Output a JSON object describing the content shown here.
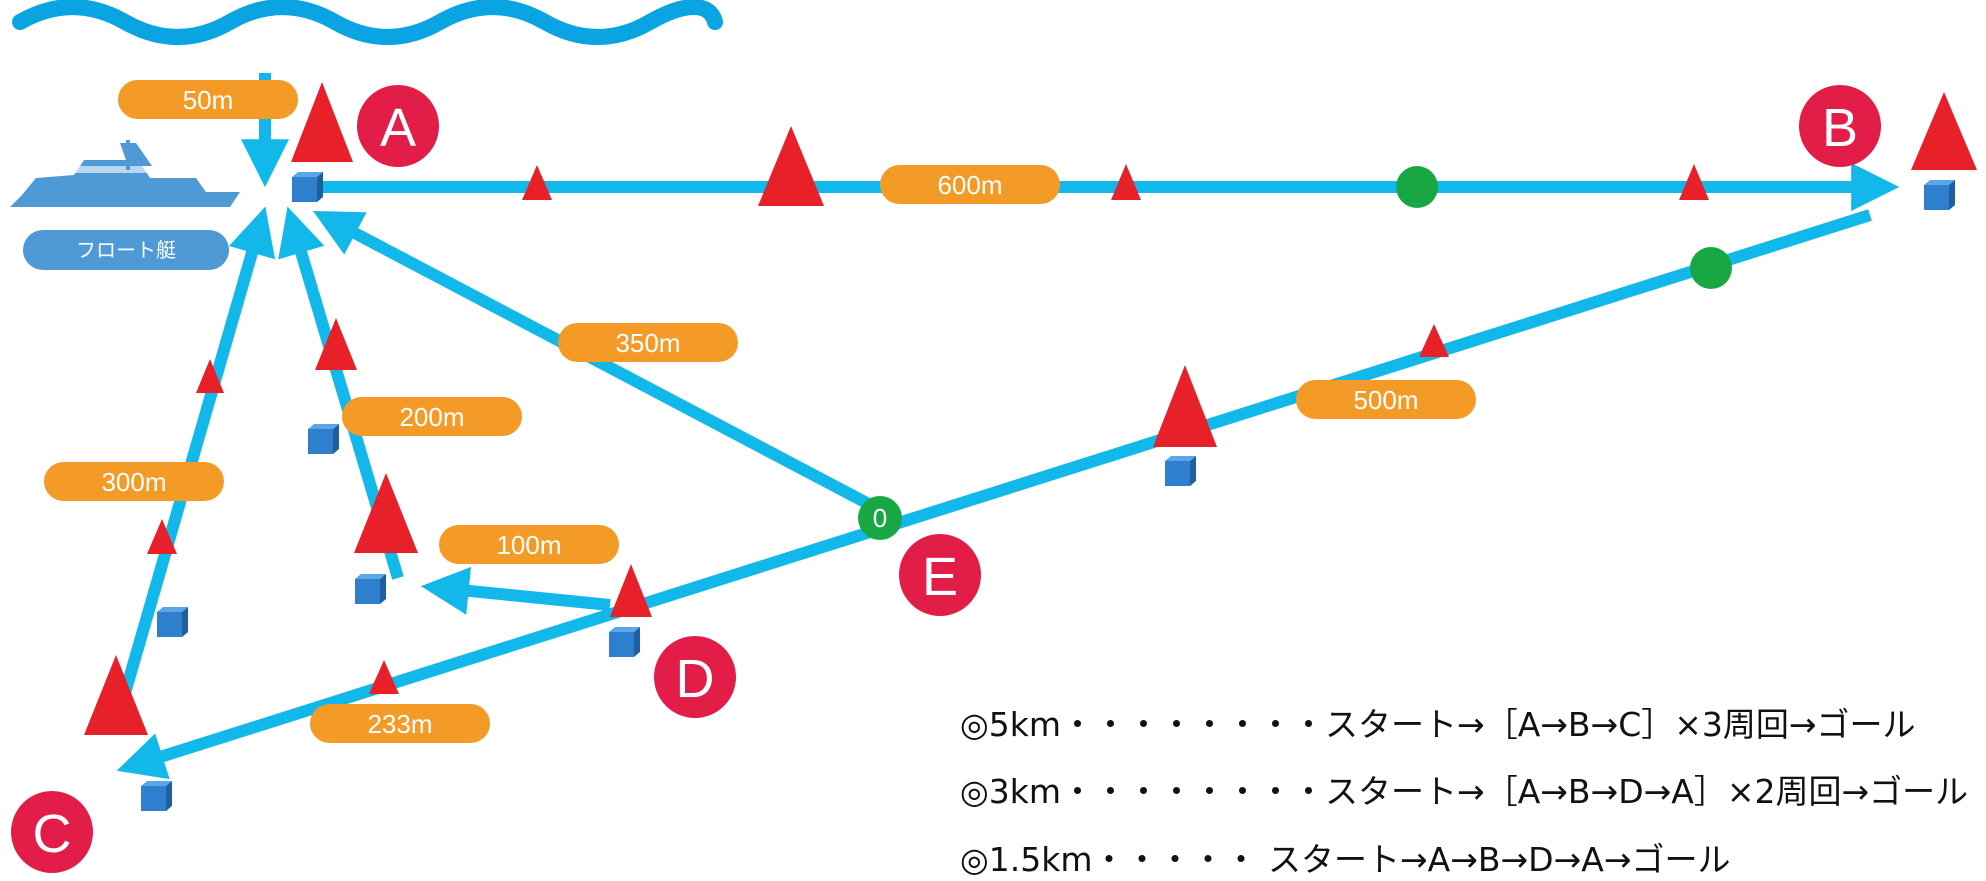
{
  "colors": {
    "route": "#12b8ea",
    "distance_pill": "#f49a27",
    "buoy_large": "#e8202a",
    "buoy_small": "#e8202a",
    "marker_circle": "#e11d48",
    "checkpoint": "#17a844",
    "buoy_box": "#2f7fcf",
    "boat": "#4d9ad6",
    "wave": "#0aa4e2"
  },
  "boat": {
    "label": "フロート艇",
    "icon": "boat-icon"
  },
  "points": {
    "A": "A",
    "B": "B",
    "C": "C",
    "D": "D",
    "E": "E"
  },
  "distances": {
    "d50": "50m",
    "d600": "600m",
    "d350": "350m",
    "d200": "200m",
    "d300": "300m",
    "d100": "100m",
    "d500": "500m",
    "d233": "233m"
  },
  "checkpoint_zero": "0",
  "courses": [
    {
      "text": "◎5km・・・・・・・・スタート→［A→B→C］×3周回→ゴール"
    },
    {
      "text": "◎3km・・・・・・・・スタート→［A→B→D→A］×2周回→ゴール"
    },
    {
      "text": "◎1.5km・・・・・ スタート→A→B→D→A→ゴール"
    }
  ]
}
